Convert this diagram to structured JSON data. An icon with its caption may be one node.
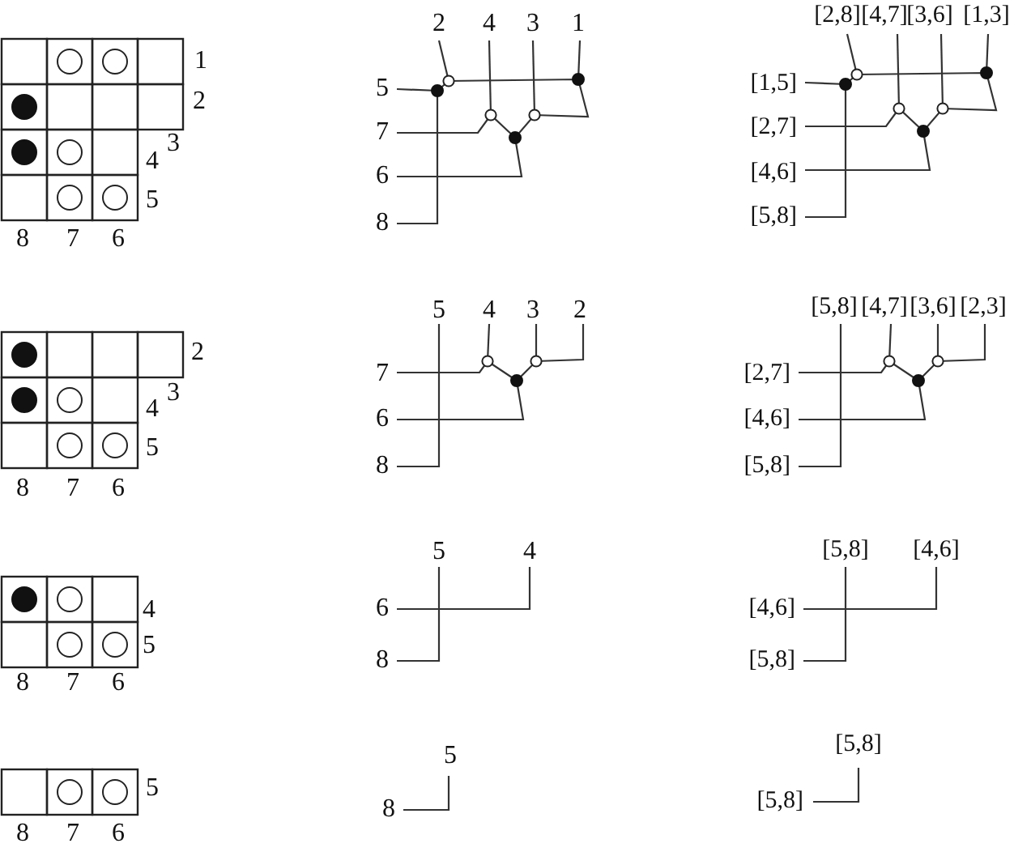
{
  "diagram": {
    "labels": [
      "1",
      "2",
      "3",
      "4",
      "5",
      "8",
      "7",
      "6",
      "2",
      "4",
      "3",
      "1",
      "5",
      "7",
      "6",
      "8",
      "[2,8]",
      "[4,7]",
      "[3,6]",
      "[1,3]",
      "[1,5]",
      "[2,7]",
      "[4,6]",
      "[5,8]",
      "2",
      "3",
      "4",
      "5",
      "8",
      "7",
      "6",
      "5",
      "4",
      "3",
      "2",
      "7",
      "6",
      "8",
      "[5,8]",
      "[4,7]",
      "[3,6]",
      "[2,3]",
      "[2,7]",
      "[4,6]",
      "[5,8]",
      "4",
      "5",
      "8",
      "7",
      "6",
      "5",
      "4",
      "6",
      "8",
      "[5,8]",
      "[4,6]",
      "[4,6]",
      "[5,8]",
      "5",
      "8",
      "7",
      "6",
      "5",
      "8",
      "[5,8]",
      "[5,8]"
    ]
  }
}
